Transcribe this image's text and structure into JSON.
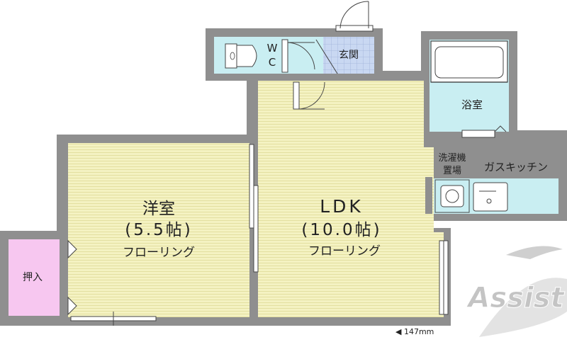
{
  "rooms": {
    "western_room": {
      "name": "洋室",
      "size": "(5.5帖)",
      "floor": "フローリング"
    },
    "ldk": {
      "name": "LDK",
      "size": "(10.0帖)",
      "floor": "フローリング"
    },
    "bathroom": {
      "name": "浴室"
    },
    "entrance": {
      "name": "玄関"
    },
    "closet": {
      "name": "押入"
    },
    "wc": {
      "line1": "W",
      "line2": "C"
    },
    "laundry": {
      "line1": "洗濯機",
      "line2": "置場"
    },
    "kitchen": {
      "name": "ガスキッチン"
    }
  },
  "scale": {
    "text": "◀ 147mm"
  },
  "logo": {
    "text": "Assist"
  },
  "colors": {
    "wall": "#8f8f8f",
    "floor_yellow": "#f4f2c2",
    "wet_cyan": "#c9eef2",
    "closet_pink": "#f7c7f0",
    "entrance_blue": "#c9d8f2",
    "logo_gray": "#c4c4c4"
  }
}
